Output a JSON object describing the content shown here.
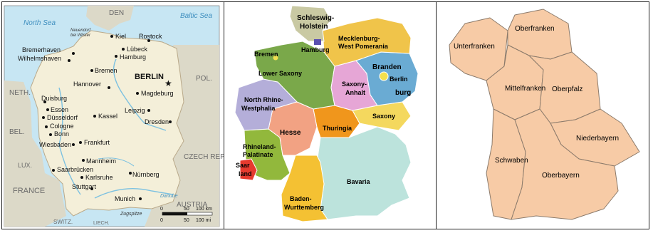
{
  "colors": {
    "sea": "#c7e6f3",
    "germany_land": "#f4efd9",
    "neighbor_land": "#dcd9c8",
    "rivers": "#7cc1e1",
    "bavaria_fill": "#f7cba6",
    "bavaria_border": "#8c7b6b"
  },
  "map1": {
    "seas": [
      "North Sea",
      "Baltic Sea"
    ],
    "countries": [
      "DEN",
      "POL.",
      "NETH.",
      "BEL.",
      "LUX.",
      "FRANCE",
      "CZECH REPUBLIC",
      "AUSTRIA",
      "SWITZ.",
      "LIECH."
    ],
    "capital": "BERLIN",
    "cities": [
      "Kiel",
      "Rostock",
      "Lübeck",
      "Hamburg",
      "Bremerhaven",
      "Wilhelmshaven",
      "Bremen",
      "Hannover",
      "Magdeburg",
      "Duisburg",
      "Essen",
      "Düsseldorf",
      "Cologne",
      "Bonn",
      "Kassel",
      "Leipzig",
      "Dresden",
      "Wiesbaden",
      "Frankfurt",
      "Mannheim",
      "Saarbrücken",
      "Karlsruhe",
      "Stuttgart",
      "Nürnberg",
      "Munich"
    ],
    "small_labels": [
      "Neuendorf",
      "bei Wilster",
      "Zugspitze",
      "Danube"
    ],
    "scale": {
      "km_labels": [
        "0",
        "50",
        "100 km"
      ],
      "mi_labels": [
        "0",
        "50",
        "100 mi"
      ]
    }
  },
  "map2": {
    "states": [
      {
        "name": "Schleswig-Holstein",
        "color": "#c9c9a3"
      },
      {
        "name": "Mecklenburg-West Pomerania",
        "color": "#f0c44a"
      },
      {
        "name": "Hamburg",
        "color": "#5a4fb0"
      },
      {
        "name": "Bremen",
        "color": "#f2e050"
      },
      {
        "name": "Lower Saxony",
        "color": "#7aa84a"
      },
      {
        "name": "Branden burg",
        "color": "#6aabd3"
      },
      {
        "name": "Berlin",
        "color": "#f4e04c"
      },
      {
        "name": "Saxony-Anhalt",
        "color": "#e6a6d6"
      },
      {
        "name": "North Rhine-Westphalia",
        "color": "#b4aed9"
      },
      {
        "name": "Saxony",
        "color": "#f4d85e"
      },
      {
        "name": "Hesse",
        "color": "#f2a283"
      },
      {
        "name": "Thuringia",
        "color": "#f0961c"
      },
      {
        "name": "Rhineland-Palatinate",
        "color": "#92b83c"
      },
      {
        "name": "Saarland",
        "color": "#e63a2e"
      },
      {
        "name": "Baden-Württemberg",
        "color": "#f4c133"
      },
      {
        "name": "Bavaria",
        "color": "#bce3dc"
      }
    ],
    "labels": {
      "schleswig": "Schleswig-",
      "holstein": "Holstein",
      "mecklenburg1": "Mecklenburg-",
      "mecklenburg2": "West Pomerania",
      "hamburg": "Hamburg",
      "bremen": "Bremen",
      "lower_saxony": "Lower Saxony",
      "branden": "Branden",
      "burg": "burg",
      "berlin": "Berlin",
      "saxony_anhalt1": "Saxony-",
      "saxony_anhalt2": "Anhalt",
      "nrw1": "North Rhine-",
      "nrw2": "Westphalia",
      "saxony": "Saxony",
      "hesse": "Hesse",
      "thuringia": "Thuringia",
      "rhineland1": "Rhineland-",
      "rhineland2": "Palatinate",
      "saar1": "Saar",
      "saar2": "land",
      "bavaria": "Bavaria",
      "bw1": "Baden-",
      "bw2": "Wurttemberg"
    }
  },
  "map3": {
    "regions": [
      "Unterfranken",
      "Oberfranken",
      "Mittelfranken",
      "Oberpfalz",
      "Niederbayern",
      "Schwaben",
      "Oberbayern"
    ]
  }
}
